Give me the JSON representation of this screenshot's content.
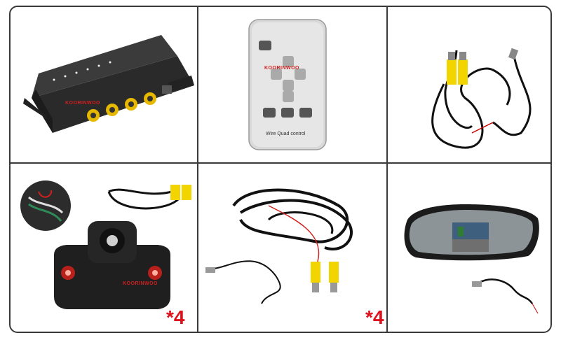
{
  "brand": {
    "watermark": "KOORINWOO",
    "color": "#d21f1f"
  },
  "panels": [
    {
      "id": "multiview-switch-box",
      "watermark": "KOORINWOO"
    },
    {
      "id": "remote-control",
      "watermark": "KOORINWOO",
      "caption": "Wire Quad control"
    },
    {
      "id": "power-video-cable"
    },
    {
      "id": "side-camera",
      "watermark": "KOORINWOO",
      "quantity": "*4"
    },
    {
      "id": "rca-extension-cable",
      "quantity": "*4"
    },
    {
      "id": "rearview-mirror-monitor"
    }
  ],
  "colors": {
    "border": "#3a3a3a",
    "quantity": "#e0101b",
    "rca_yellow": "#f2d400"
  }
}
